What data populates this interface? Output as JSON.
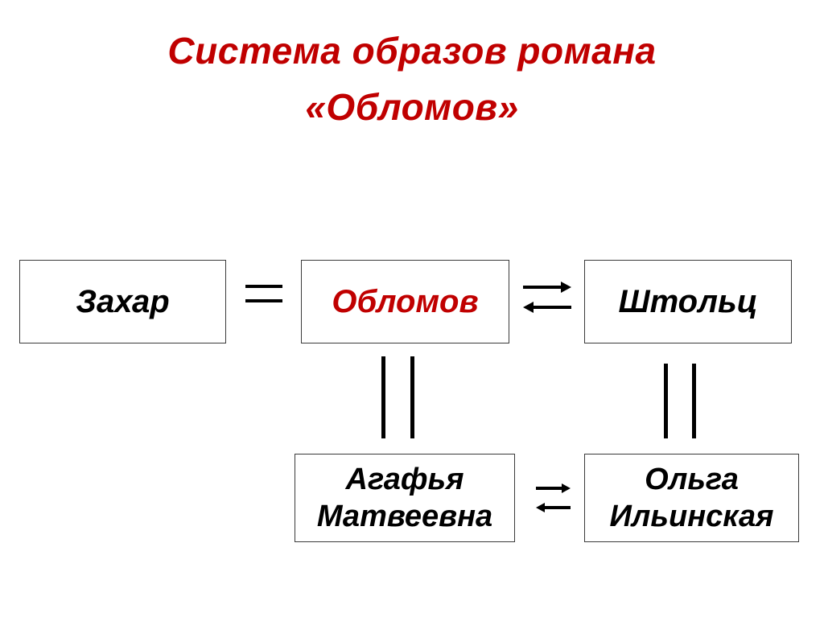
{
  "title": {
    "line1": "Система образов романа",
    "line2": "«Обломов»",
    "color": "#c00000"
  },
  "nodes": {
    "zakhar": "Захар",
    "oblomov": "Обломов",
    "stolz": "Штольц",
    "agafya": [
      "Агафья",
      "Матвеевна"
    ],
    "olga": [
      "Ольга",
      "Ильинская"
    ]
  },
  "relations": {
    "equal_sign": "=",
    "highlight_color": "#c00000"
  }
}
